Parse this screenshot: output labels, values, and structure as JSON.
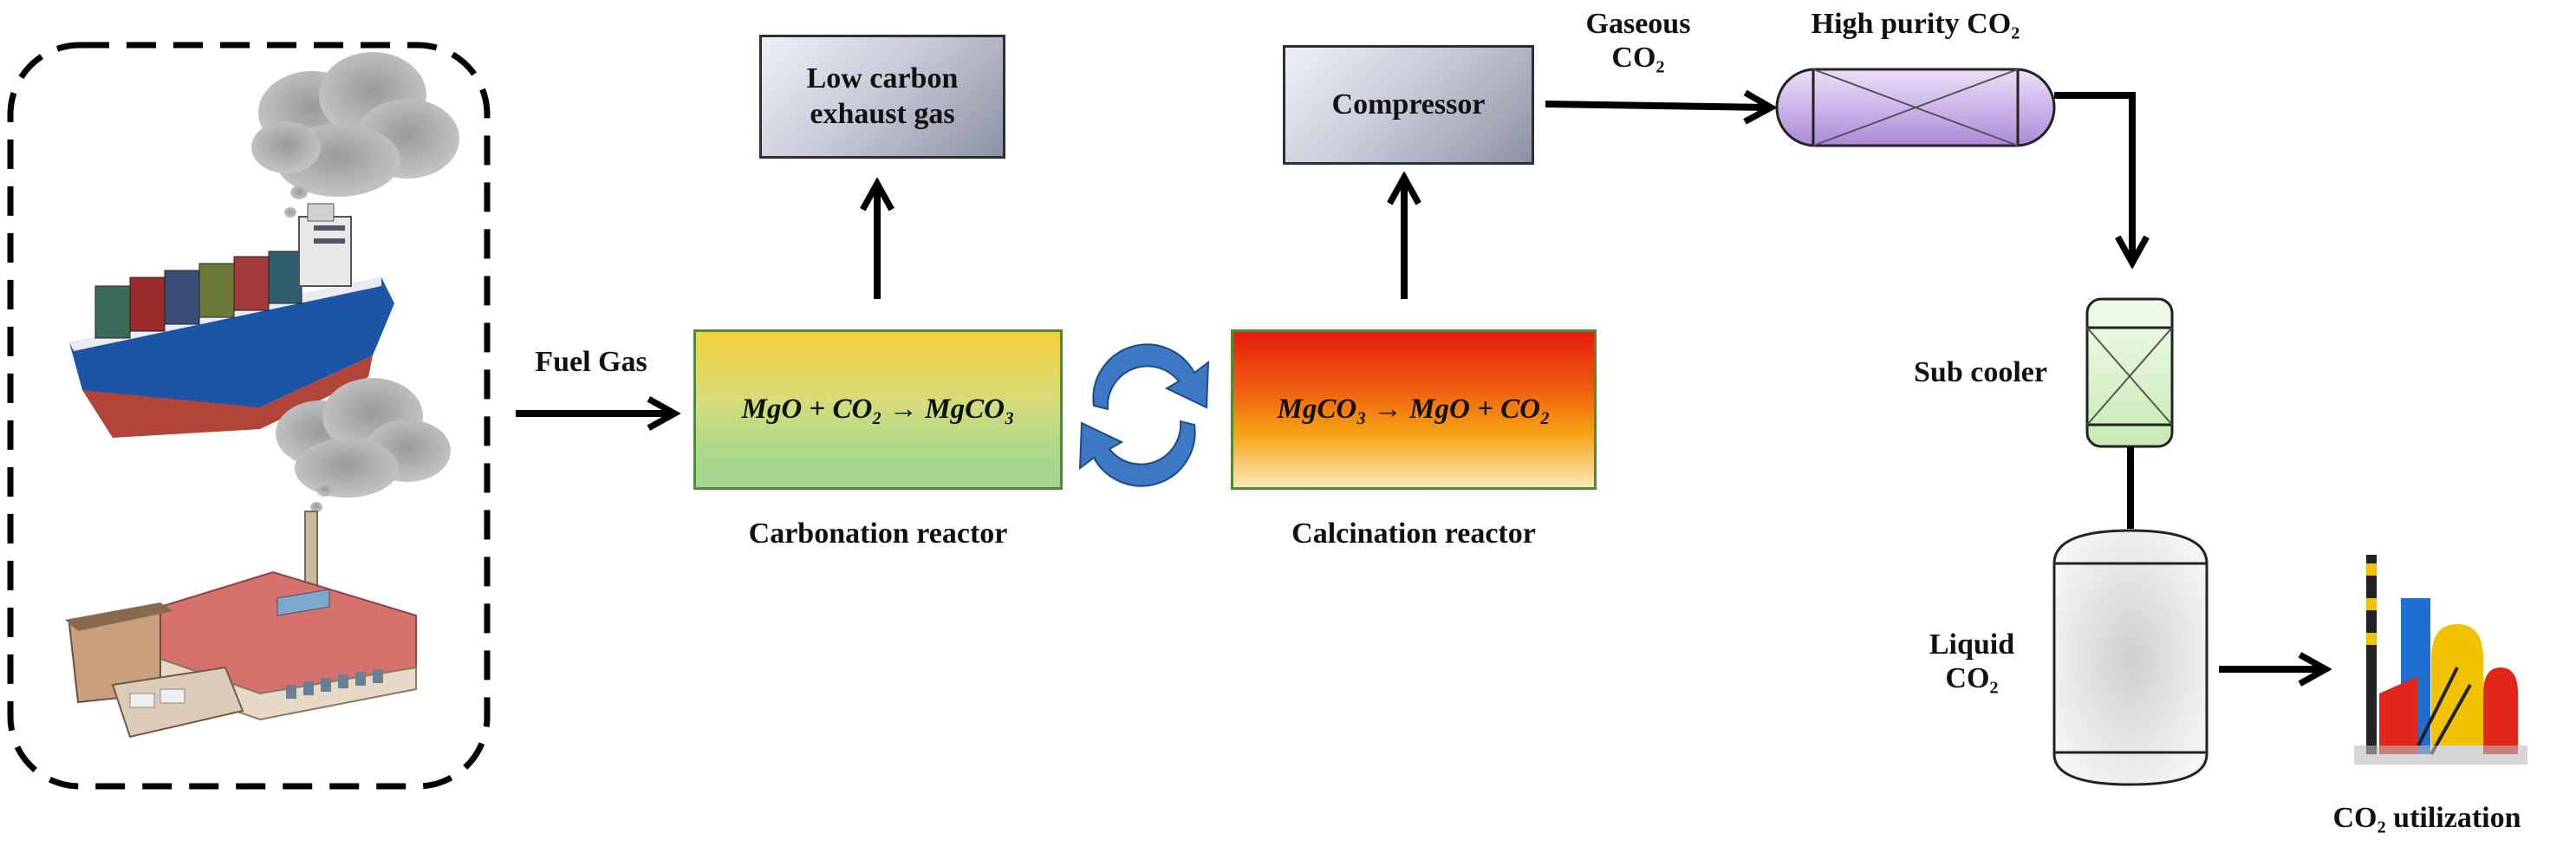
{
  "emission_sources": {
    "icons": [
      "smoke-cloud-icon",
      "container-ship-icon",
      "factory-icon"
    ]
  },
  "fuel_gas_label": "Fuel Gas",
  "low_carbon_box": {
    "line1": "Low carbon",
    "line2": "exhaust gas"
  },
  "carbonation": {
    "equation": "MgO + CO₂ → MgCO₃",
    "label": "Carbonation reactor"
  },
  "calcination": {
    "equation": "MgCO₃ → MgO + CO₂",
    "label": "Calcination reactor"
  },
  "compressor_label": "Compressor",
  "gaseous_co2": {
    "line1": "Gaseous",
    "line2": "CO₂"
  },
  "high_purity_label": "High purity CO₂",
  "sub_cooler_label": "Sub cooler",
  "liquid_co2": {
    "line1": "Liquid",
    "line2": "CO₂"
  },
  "utilization_label": "CO₂ utilization",
  "colors": {
    "arrow": "#000000",
    "carbonation_top": "#f6cf3c",
    "carbonation_bottom": "#a4d590",
    "calcination_top": "#e51d0e",
    "calcination_bottom": "#fbe8b8",
    "column_fill": "#d7c6ec",
    "subcooler_fill": "#ddf3d0",
    "loop_arrow": "#3d78c4"
  }
}
